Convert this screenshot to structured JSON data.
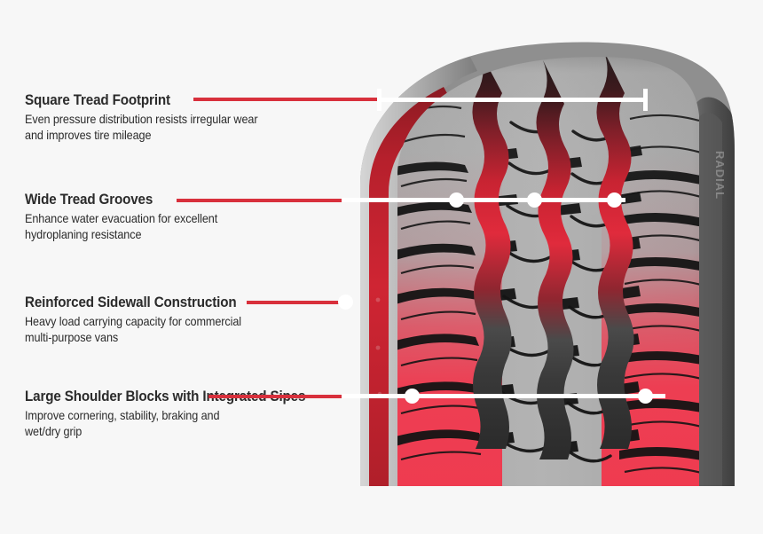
{
  "page": {
    "background_color": "#f7f7f7",
    "accent_red": "#d8303c",
    "highlight_red": "#ef3b50",
    "marker_white": "#ffffff",
    "text_color": "#2b2b2b",
    "product_image": "commercial-van-tire-tread-closeup"
  },
  "callouts": [
    {
      "id": "square-tread-footprint",
      "title": "Square Tread Footprint",
      "body": "Even pressure distribution resists irregular wear\nand improves tire mileage",
      "marker_type": "measurement-bar",
      "marker_count": 2
    },
    {
      "id": "wide-tread-grooves",
      "title": "Wide Tread Grooves",
      "body": "Enhance water evacuation for excellent\nhydroplaning resistance",
      "marker_type": "dots",
      "marker_count": 3
    },
    {
      "id": "reinforced-sidewall-construction",
      "title": "Reinforced Sidewall Construction",
      "body": "Heavy load carrying capacity for commercial\nmulti-purpose vans",
      "marker_type": "dots",
      "marker_count": 1
    },
    {
      "id": "large-shoulder-blocks-with-integrated-sipes",
      "title": "Large Shoulder Blocks with\nIntegrated Sipes",
      "body": "Improve cornering, stability, braking and\nwet/dry grip",
      "marker_type": "dots",
      "marker_count": 2
    }
  ],
  "tire": {
    "groove_count": 3,
    "rib_count": 4,
    "shoulder_highlight": true,
    "sidewall_text": "RADIAL"
  }
}
